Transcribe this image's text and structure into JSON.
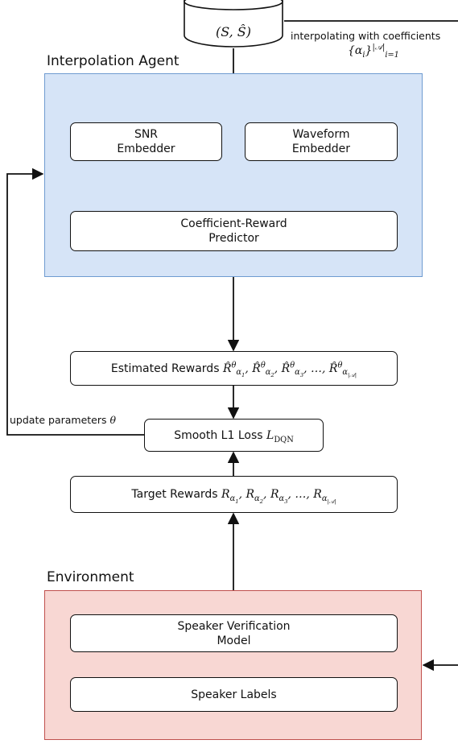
{
  "database": {
    "label": "(S, Ŝ)"
  },
  "edge_labels": {
    "interpolating": "interpolating with coefficients",
    "coefficient_set": "{αi}|𝒜|i=1",
    "update": "update parameters θ"
  },
  "interpolation_agent": {
    "title": "Interpolation Agent",
    "snr_embedder": {
      "line1": "SNR",
      "line2": "Embedder"
    },
    "waveform_embedder": {
      "line1": "Waveform",
      "line2": "Embedder"
    },
    "predictor": {
      "line1": "Coefficient-Reward",
      "line2": "Predictor"
    }
  },
  "estimated_rewards": {
    "prefix": "Estimated Rewards",
    "formula": "R̂θα1, R̂θα2, R̂θα3, …, R̂θα|𝒜|"
  },
  "loss": {
    "prefix": "Smooth L1 Loss",
    "formula": "LDQN"
  },
  "target_rewards": {
    "prefix": "Target Rewards",
    "formula": "Rα1, Rα2, Rα3, …, Rα|𝒜|"
  },
  "environment": {
    "title": "Environment",
    "speaker_verification": {
      "line1": "Speaker Verification",
      "line2": "Model"
    },
    "speaker_labels": {
      "label": "Speaker Labels"
    }
  },
  "colors": {
    "agent_fill": "#d6e4f7",
    "agent_border": "#6f9bd1",
    "env_fill": "#f8d7d3",
    "env_border": "#c0504d",
    "line": "#111111"
  }
}
